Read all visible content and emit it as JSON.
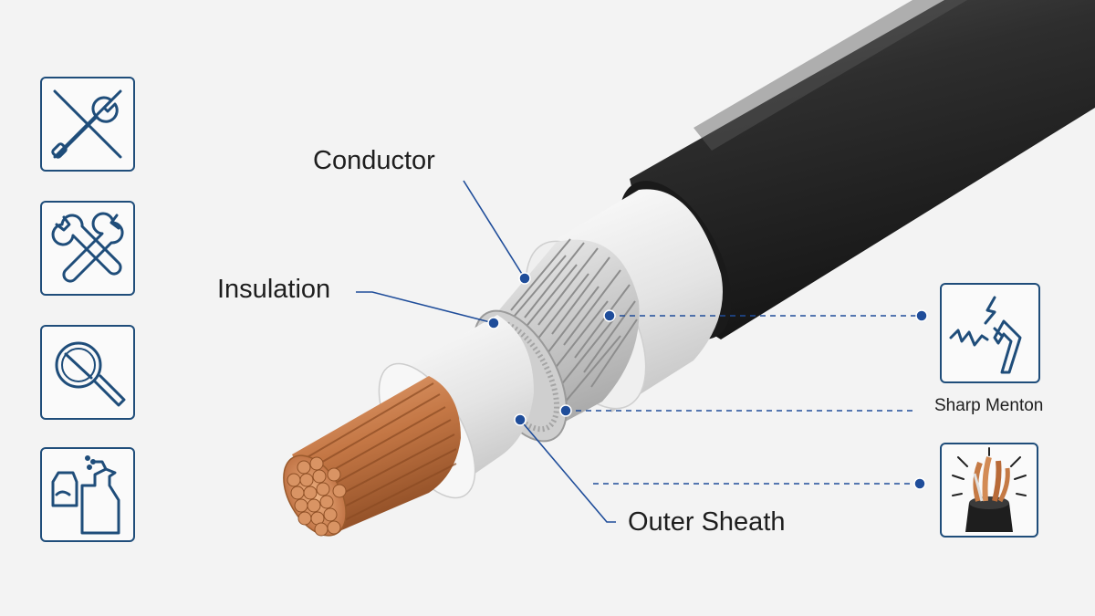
{
  "labels": {
    "conductor": "Conductor",
    "insulation": "Insulation",
    "outer_sheath": "Outer Sheath",
    "sharp_mention": "Sharp Menton"
  },
  "left_icons": [
    "tools-crossed-out-icon",
    "tools-icon",
    "magnifier-crossed-out-icon",
    "cleaning-chemicals-icon"
  ],
  "right_icons": [
    "sharp-bend-damage-icon",
    "exposed-wire-icon"
  ],
  "colors": {
    "callout_line": "#1f4d9a",
    "icon_border": "#1f4d7a",
    "jacket": "#2b2b2b",
    "insulation": "#e8e8e8",
    "copper": "#c57a45",
    "background": "#f3f3f3"
  }
}
